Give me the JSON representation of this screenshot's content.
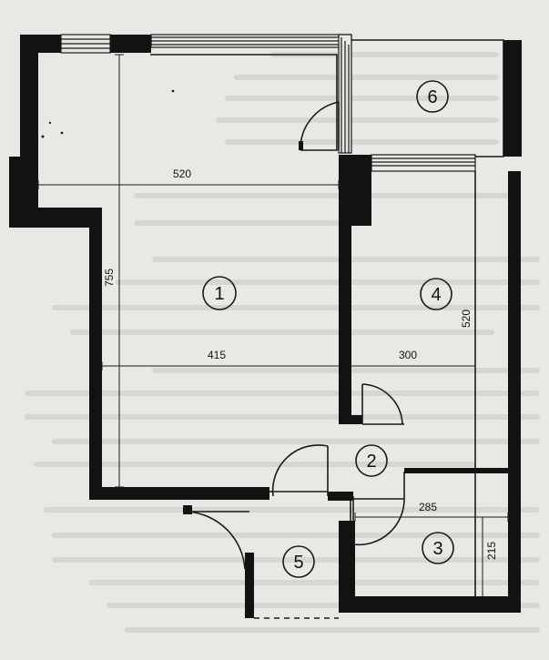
{
  "rooms": [
    {
      "id": "1",
      "label": "1"
    },
    {
      "id": "2",
      "label": "2"
    },
    {
      "id": "3",
      "label": "3"
    },
    {
      "id": "4",
      "label": "4"
    },
    {
      "id": "5",
      "label": "5"
    },
    {
      "id": "6",
      "label": "6"
    }
  ],
  "dimensions": {
    "room1_width_top": "520",
    "room1_height": "755",
    "room1_width_bottom": "415",
    "room4_width": "300",
    "room4_height": "520",
    "room3_width": "285",
    "room3_height": "215"
  },
  "colors": {
    "wall": "#121212",
    "paper": "#e9e8e4",
    "line": "#1a1a1a",
    "background_text": "#8d8d8a"
  }
}
